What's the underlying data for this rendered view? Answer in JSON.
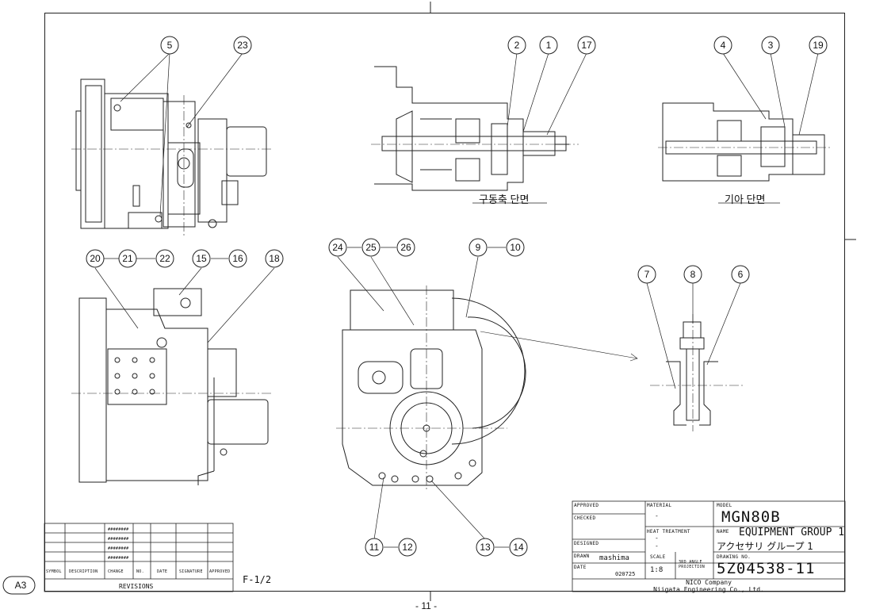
{
  "sheet_label": "F-1/2",
  "paper_size": "A3",
  "page_number": "- 11 -",
  "section_labels": {
    "drive_shaft": "구동축 단면",
    "gear": "기아 단면"
  },
  "balloons": [
    "5",
    "23",
    "2",
    "1",
    "17",
    "4",
    "3",
    "19",
    "20",
    "21",
    "22",
    "15",
    "16",
    "18",
    "24",
    "25",
    "26",
    "9",
    "10",
    "7",
    "8",
    "6",
    "11",
    "12",
    "13",
    "14"
  ],
  "title_block": {
    "approved": "APPROVED",
    "checked": "CHECKED",
    "designed": "DESIGNED",
    "drawn": "DRAWN",
    "drawn_by": "mashima",
    "date": "DATE",
    "date_value": "020725",
    "material": "MATERIAL",
    "material_value": "-",
    "heat_treatment": "HEAT TREATMENT",
    "heat_value_1": "-",
    "heat_value_2": "-",
    "scale": "SCALE",
    "scale_value": "1:8",
    "projection": "3RD ANGLE PROJECTION",
    "model_label": "MODEL",
    "model": "MGN80B",
    "name_label": "NAME",
    "name_en": "EQUIPMENT GROUP 1",
    "name_jp": "アクセサリ グループ 1",
    "drawing_no_label": "DRAWING NO.",
    "drawing_no": "5Z04538-11",
    "company_1": "NICO Company",
    "company_2": "Niigata Engineering Co., Ltd."
  },
  "revisions": {
    "title": "REVISIONS",
    "headers": [
      "SYMBOL",
      "DESCRIPTION",
      "CHANGE",
      "NO.",
      "DATE",
      "SIGNATURE",
      "APPROVED"
    ],
    "marks": [
      "########",
      "########",
      "########",
      "########"
    ]
  }
}
